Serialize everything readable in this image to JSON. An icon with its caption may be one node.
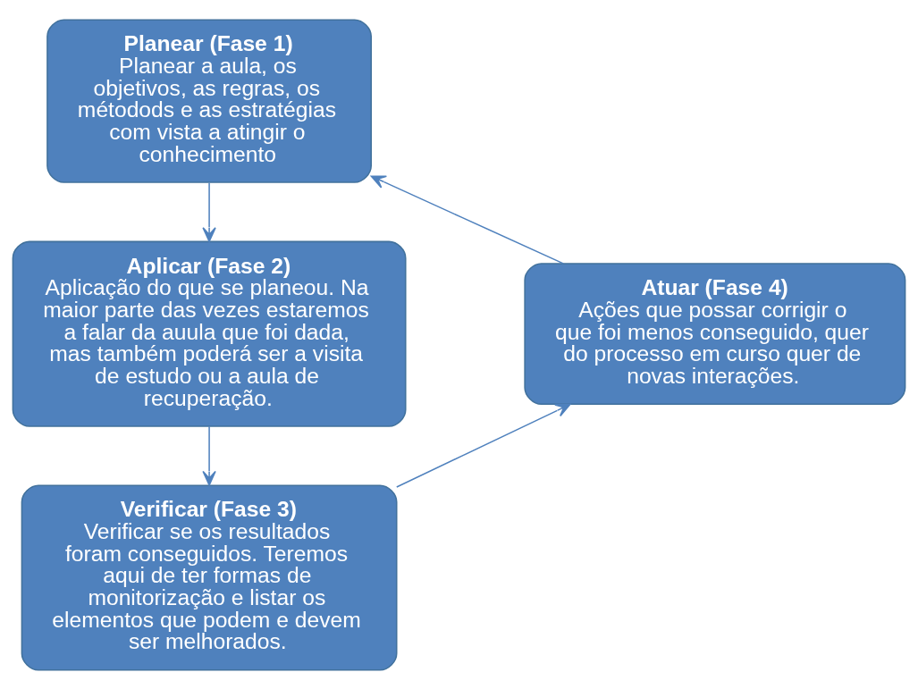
{
  "diagram": {
    "nodes": [
      {
        "text": [
          "Planear (Fase 1)",
          "Planear a aula, os objetivos, as regras, os métodods e as estratégias com vista a atingir o conhecimento"
        ]
      },
      {
        "text": [
          "Aplicar (Fase 2)",
          "Aplicação do que se planeou. Na maior parte das vezes estaremos a falar da auula que foi dada, mas também poderá ser a visita de estudo ou a aula de recuperação."
        ]
      },
      {
        "text": [
          "Verificar (Fase 3)",
          "Verificar se os resultados foram conseguidos. Teremos aqui de ter formas de monitorização e listar os elementos que podem e devem ser melhorados."
        ]
      },
      {
        "text": [
          "Atuar (Fase 4)",
          "Ações que possar corrigir o que foi menos conseguido, quer do processo em curso quer de novas interações."
        ]
      }
    ],
    "edges": [
      {
        "from": 0,
        "to": 1,
        "arrow": "to"
      },
      {
        "from": 1,
        "to": 2,
        "arrow": "to"
      },
      {
        "from": 2,
        "to": 3,
        "arrow": "to"
      },
      {
        "from": 3,
        "to": 0,
        "arrow": "to"
      }
    ]
  }
}
